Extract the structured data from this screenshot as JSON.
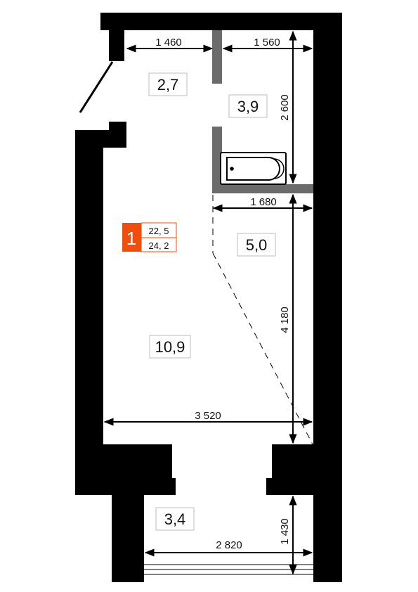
{
  "colors": {
    "wall": "#000000",
    "partition": "#6b6b6b",
    "accent": "#f04e0f",
    "dim_line": "#000000"
  },
  "apartment": {
    "number": "1",
    "area_living": "22, 5",
    "area_total": "24, 2"
  },
  "rooms": {
    "hall": "2,7",
    "bathroom": "3,9",
    "kitchen": "5,0",
    "living": "10,9",
    "balcony": "3,4"
  },
  "dimensions": {
    "hall_width": "1 460",
    "bath_width": "1 560",
    "bath_depth": "2 600",
    "kitchen_width": "1 680",
    "kitchen_depth": "4 180",
    "room_width": "3 520",
    "balcony_width": "2 820",
    "balcony_depth": "1 430"
  },
  "icons": {
    "bathtub": "bathtub-icon"
  }
}
